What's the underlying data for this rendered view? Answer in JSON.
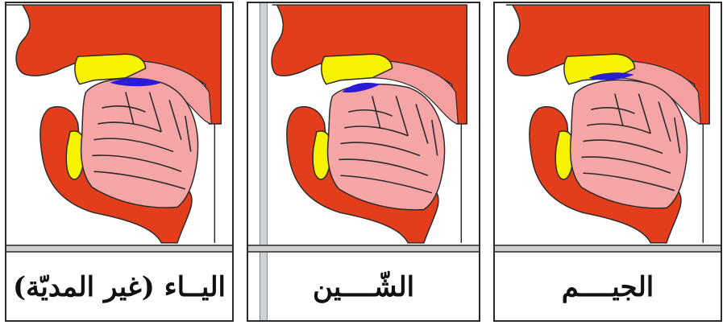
{
  "colors": {
    "flesh": "#e23e1b",
    "palate": "#f5a0a0",
    "tongue": "#f6a6a6",
    "teeth": "#f7f200",
    "contact": "#2a1bd6",
    "outline": "#2a2a2a",
    "cavity": "#ffffff"
  },
  "panels": [
    {
      "caption": "اليــاء (غير المديّة)"
    },
    {
      "caption": "الشّــــين"
    },
    {
      "caption": "الجيــــم"
    }
  ]
}
